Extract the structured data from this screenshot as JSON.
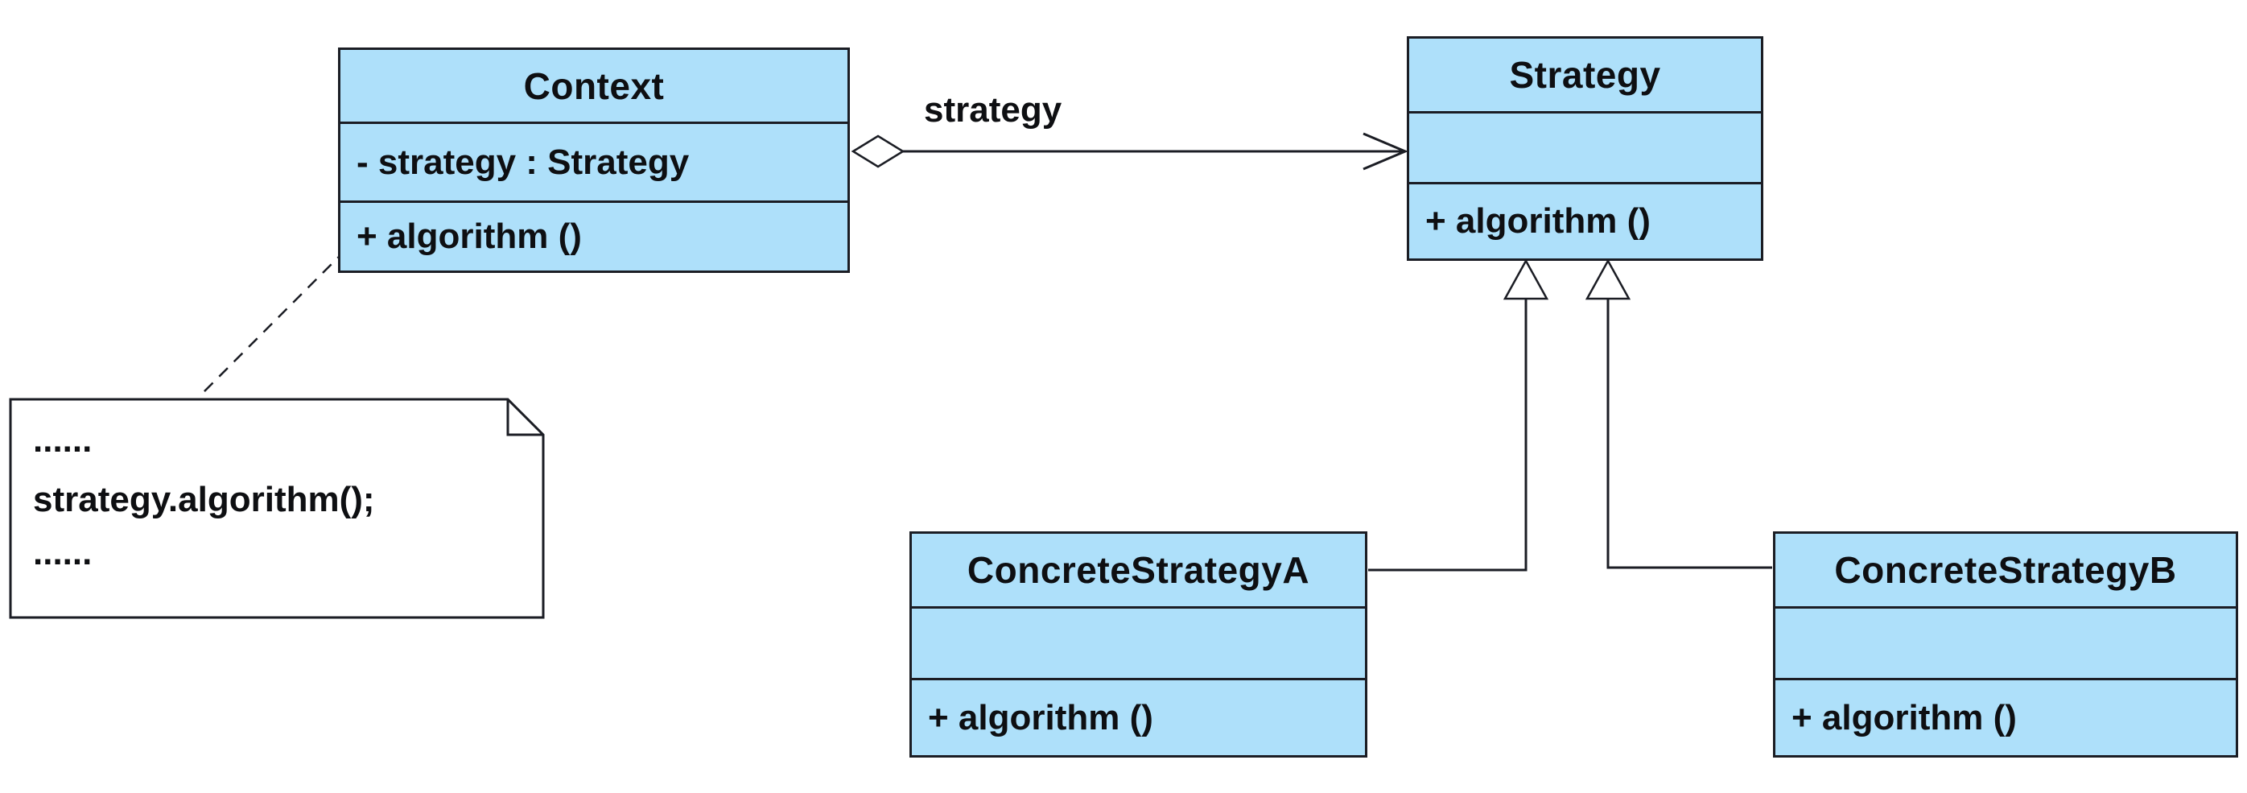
{
  "diagram": {
    "type": "uml-class-diagram",
    "pattern": "Strategy",
    "colors": {
      "class_fill": "#AEE0FA",
      "line": "#1B1D24",
      "note_fill": "#FFFFFF",
      "text": "#0E0F12",
      "background": "#FFFFFF"
    },
    "classes": [
      {
        "name": "Context",
        "attributes": [
          "- strategy : Strategy"
        ],
        "methods": [
          "+ algorithm ()"
        ]
      },
      {
        "name": "Strategy",
        "attributes": [],
        "methods": [
          "+ algorithm ()"
        ]
      },
      {
        "name": "ConcreteStrategyA",
        "attributes": [],
        "methods": [
          "+ algorithm ()"
        ]
      },
      {
        "name": "ConcreteStrategyB",
        "attributes": [],
        "methods": [
          "+ algorithm ()"
        ]
      }
    ],
    "note": {
      "lines": [
        "......",
        "strategy.algorithm();",
        "......"
      ]
    },
    "relationships": [
      {
        "from": "Context",
        "to": "Strategy",
        "type": "aggregation",
        "label": "strategy"
      },
      {
        "from": "ConcreteStrategyA",
        "to": "Strategy",
        "type": "generalization",
        "label": ""
      },
      {
        "from": "ConcreteStrategyB",
        "to": "Strategy",
        "type": "generalization",
        "label": ""
      },
      {
        "from": "Context",
        "to": "note",
        "type": "note-anchor",
        "label": ""
      }
    ]
  }
}
